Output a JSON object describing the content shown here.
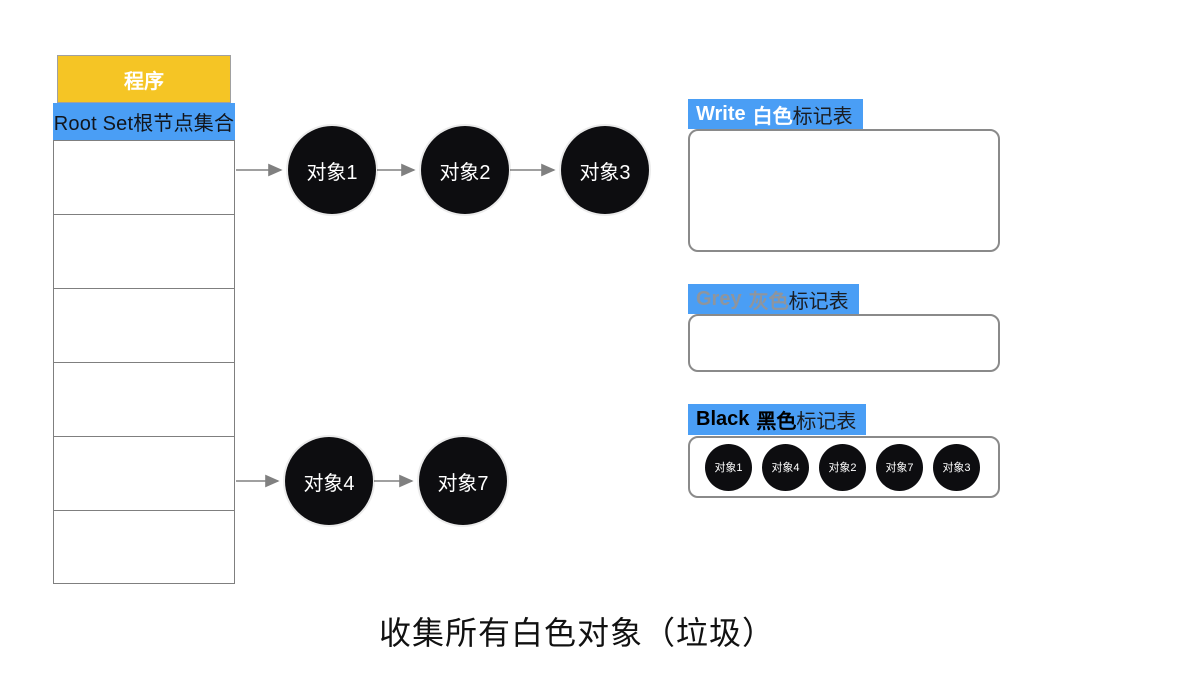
{
  "colors": {
    "accent_blue": "#4A9EF5",
    "accent_yellow": "#F5C525",
    "node_black": "#0D0D10",
    "grey_label_text": "#8F959D",
    "table_border_grey": "#7F7F7F",
    "box_border_grey": "#8A8A8A"
  },
  "left_panel": {
    "program_label": "程序",
    "root_set_label": "Root Set根节点集合",
    "row_count": 6
  },
  "object_chains": [
    {
      "nodes": [
        "对象1",
        "对象2",
        "对象3"
      ]
    },
    {
      "nodes": [
        "对象4",
        "对象7"
      ]
    }
  ],
  "mark_tables": [
    {
      "en_label": "Write",
      "color_word": "白色",
      "suffix": "标记表",
      "items": []
    },
    {
      "en_label": "Grey",
      "color_word": "灰色",
      "suffix": "标记表",
      "items": []
    },
    {
      "en_label": "Black",
      "color_word": "黑色",
      "suffix": "标记表",
      "items": [
        "对象1",
        "对象4",
        "对象2",
        "对象7",
        "对象3"
      ]
    }
  ],
  "caption": "收集所有白色对象（垃圾）"
}
